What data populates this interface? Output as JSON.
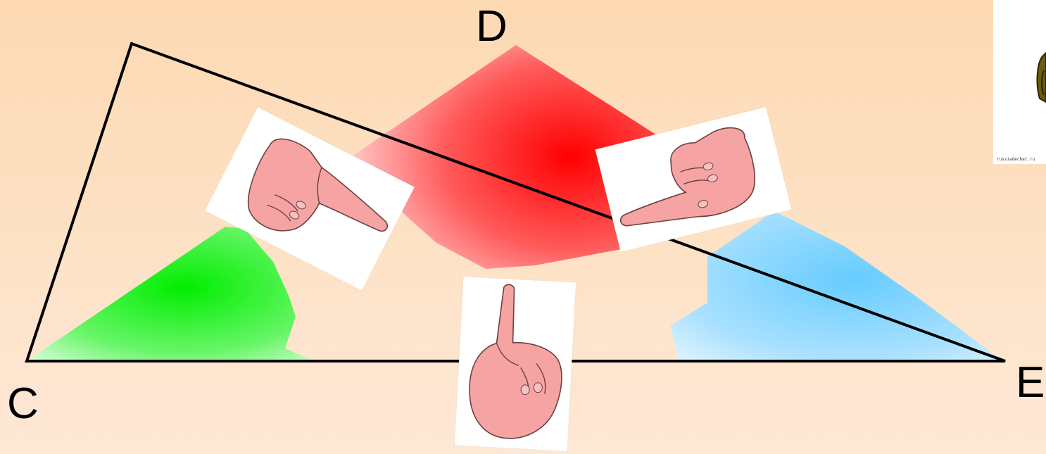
{
  "vertices": {
    "c": "C",
    "d": "D",
    "e": "E"
  },
  "thumbnail": {
    "caption": "russiadechat.ru"
  },
  "colors": {
    "background": "#fdd9b3",
    "red_region": "#ff0000",
    "green_region": "#00ee00",
    "blue_region": "#66ccff",
    "hand": "#f4a0a0",
    "line": "#000000"
  },
  "cards": [
    {
      "icon": "hand-pointing-right-icon"
    },
    {
      "icon": "hand-pointing-up-icon"
    },
    {
      "icon": "hand-pointing-left-icon"
    }
  ]
}
